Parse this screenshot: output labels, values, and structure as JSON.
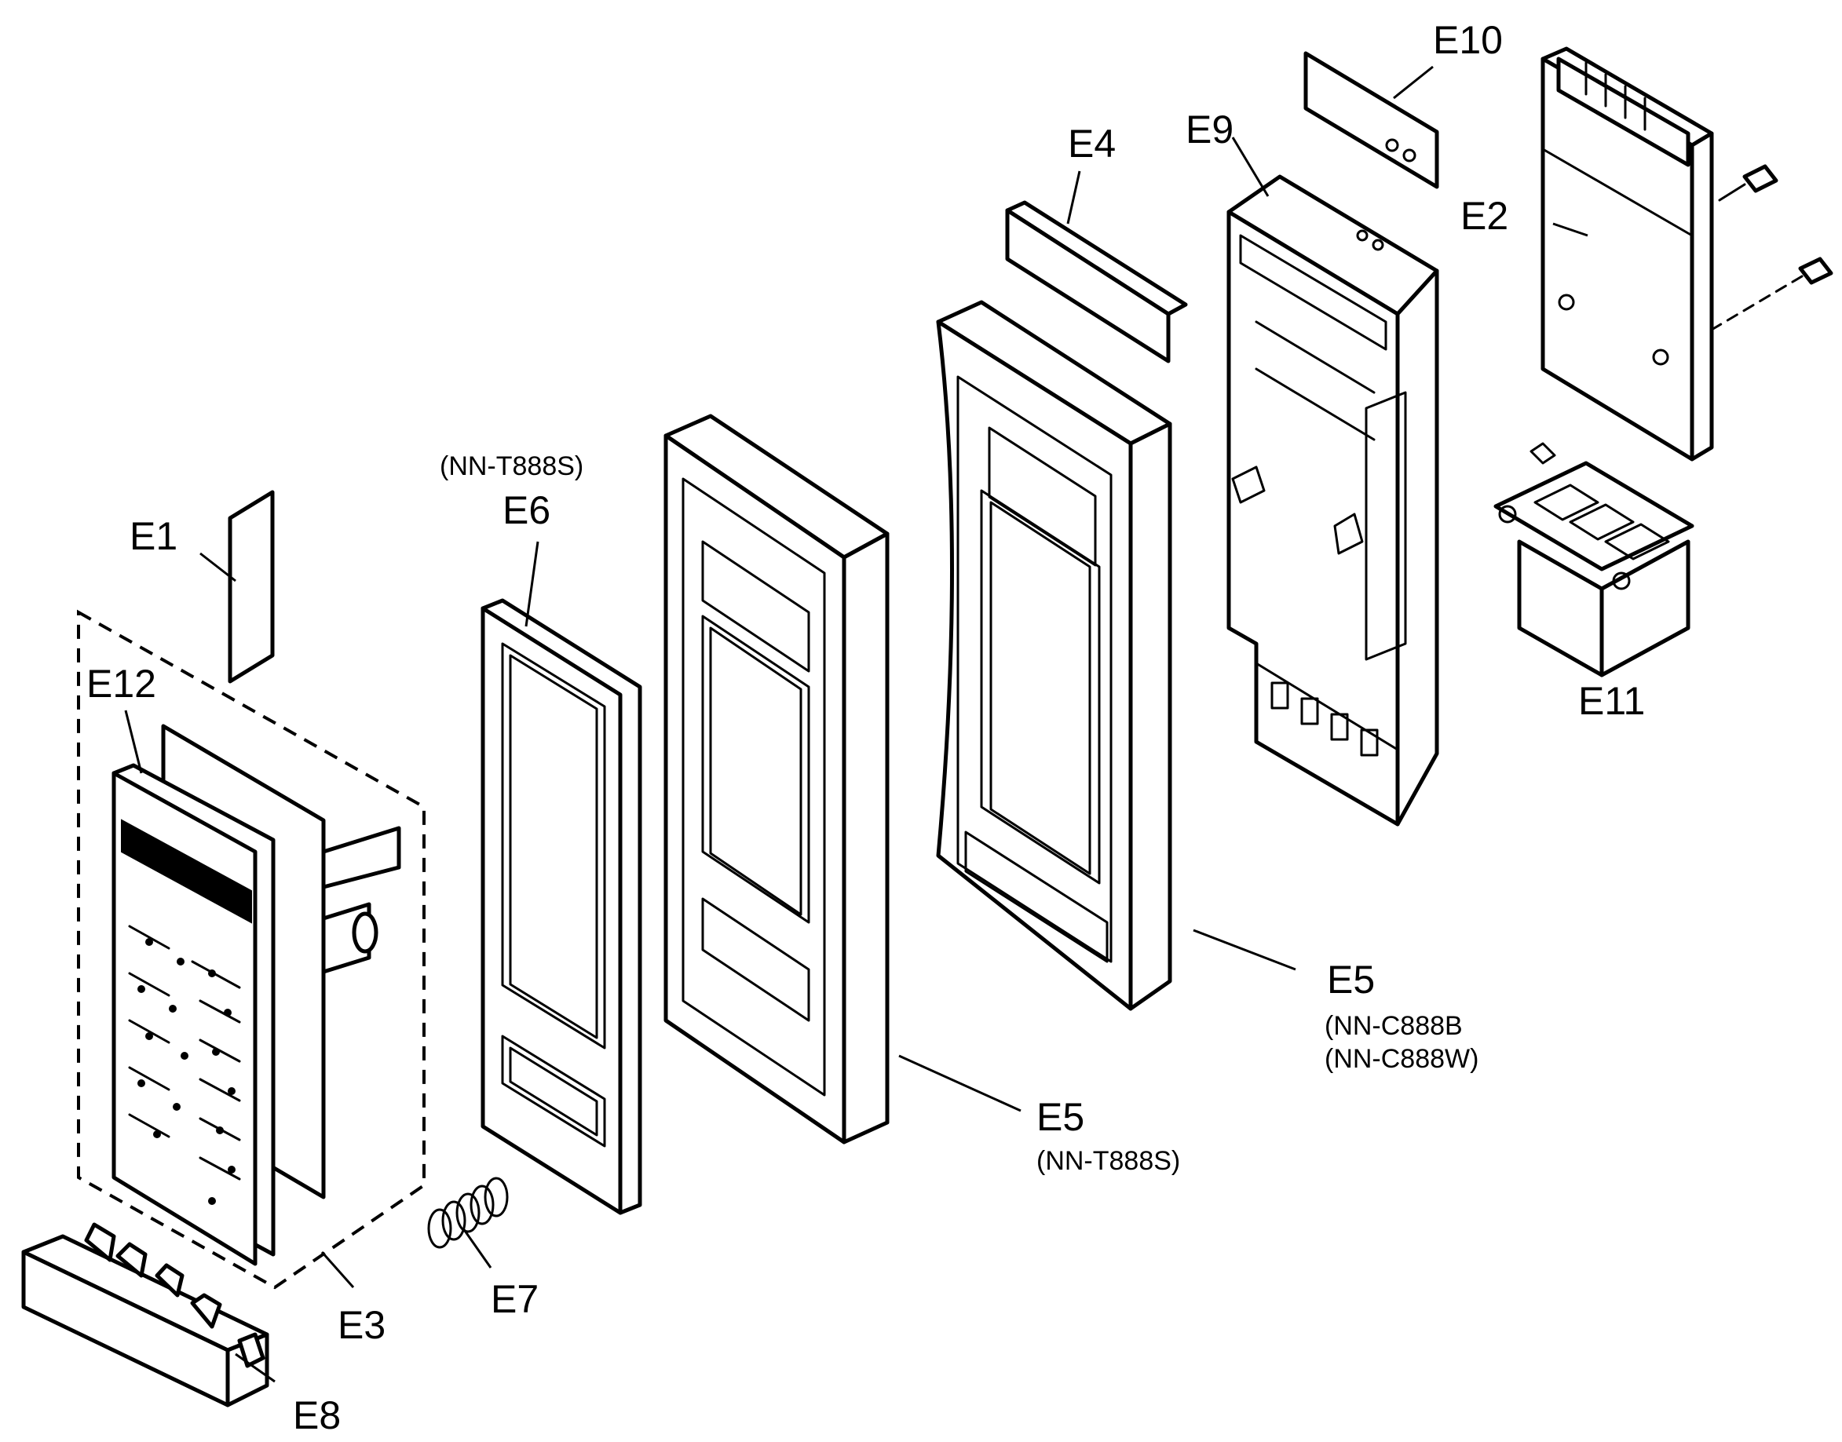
{
  "labels": {
    "e1": "E1",
    "e2": "E2",
    "e3": "E3",
    "e4": "E4",
    "e5_t888s": "E5",
    "e5_c888": "E5",
    "e6": "E6",
    "e7": "E7",
    "e8": "E8",
    "e9": "E9",
    "e10": "E10",
    "e11": "E11",
    "e12": "E12"
  },
  "model_notes": {
    "e6_model": "(NN-T888S)",
    "e5_t888s_model": "(NN-T888S)",
    "e5_c888b_model": "NN-C888B",
    "e5_c888w_model": "NN-C888W"
  }
}
